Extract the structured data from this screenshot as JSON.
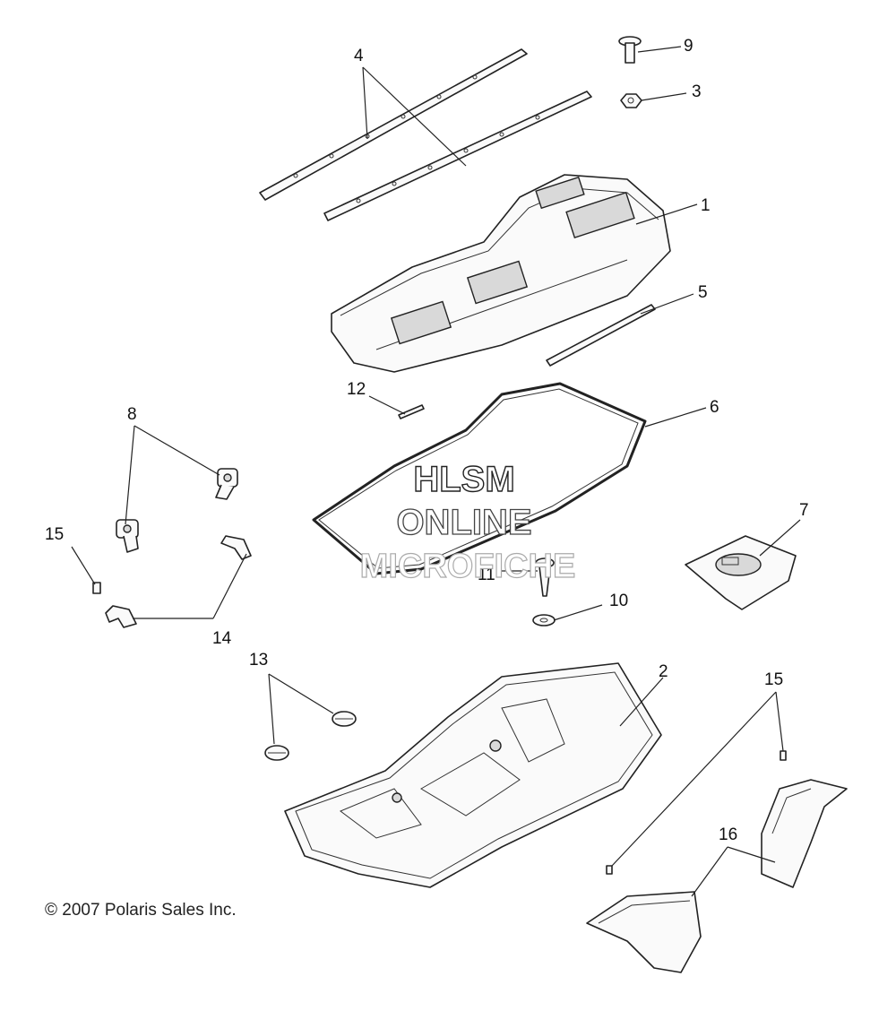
{
  "callouts": {
    "c1": "1",
    "c2": "2",
    "c3": "3",
    "c4": "4",
    "c5": "5",
    "c6": "6",
    "c7": "7",
    "c8": "8",
    "c9": "9",
    "c10": "10",
    "c11": "11",
    "c12": "12",
    "c13": "13",
    "c14": "14",
    "c15a": "15",
    "c15b": "15",
    "c16": "16"
  },
  "watermark": {
    "line1": "HLSM",
    "line2": "ONLINE",
    "line3": "MICROFICHE"
  },
  "copyright": "© 2007 Polaris Sales Inc."
}
